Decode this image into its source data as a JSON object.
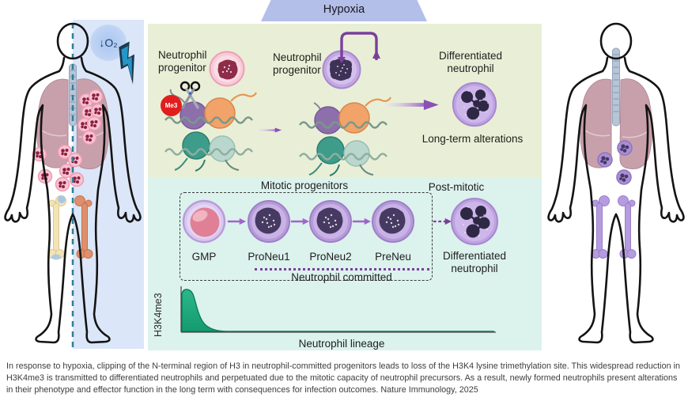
{
  "banner": {
    "label": "Hypoxia"
  },
  "left_figure": {
    "o2_badge": "↓O₂"
  },
  "green_panel": {
    "progenitor_normal_label": "Neutrophil\nprogenitor",
    "progenitor_hypoxia_label": "Neutrophil\nprogenitor",
    "differentiated_label": "Differentiated\nneutrophil",
    "me3_badge": "Me3",
    "long_term_label": "Long-term alterations"
  },
  "teal_panel": {
    "mitotic_title": "Mitotic progenitors",
    "post_mitotic_title": "Post-mitotic",
    "stages": [
      {
        "label": "GMP"
      },
      {
        "label": "ProNeu1"
      },
      {
        "label": "ProNeu2"
      },
      {
        "label": "PreNeu"
      }
    ],
    "committed_label": "Neutrophil committed",
    "differentiated_label": "Differentiated\nneutrophil"
  },
  "chart_data": {
    "type": "area",
    "x": [
      "GMP",
      "ProNeu1",
      "ProNeu2",
      "PreNeu",
      "Differentiated neutrophil"
    ],
    "values": [
      1.0,
      0.12,
      0.05,
      0.03,
      0.02
    ],
    "ylabel": "H3K4me3",
    "xlabel": "Neutrophil lineage",
    "fill_color": "#1ba47b",
    "grid": false
  },
  "caption": {
    "text": "In response to hypoxia, clipping of the N-terminal region of H3 in neutrophil-committed progenitors leads to loss of the H3K4 lysine trimethylation site. This widespread reduction in H3K4me3 is transmitted to differentiated neutrophils and perpetuated due to the mitotic capacity of neutrophil precursors. As a result, newly formed neutrophils present alterations in their phenotype and effector function in the long term with consequences for infection outcomes. Nature Immunology, 2025"
  },
  "icons": {
    "scissors": "scissors-icon",
    "lightning": "lightning-bolt-icon",
    "self_renewal_loop": "loop-arrow-icon"
  },
  "colors": {
    "banner": "#b3bfe8",
    "green_panel": "#e9efd6",
    "teal_panel": "#dcf2ed",
    "hypoxia_overlay": "#dbe6f8",
    "accent_purple": "#7a3f9c",
    "me3_red": "#e01e1e",
    "curve_green": "#1ba47b"
  }
}
